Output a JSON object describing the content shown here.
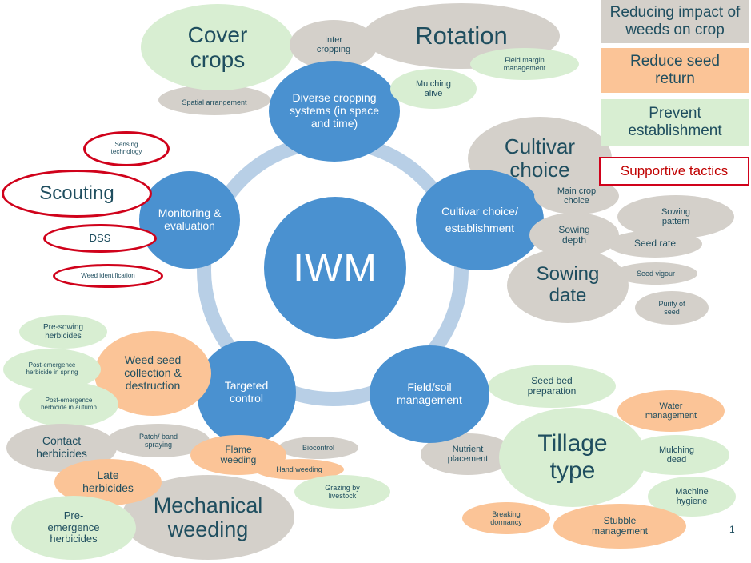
{
  "center": "IWM",
  "pillars": {
    "diverse": "Diverse cropping systems (in space and time)",
    "cultivar": "Cultivar choice/ establishment",
    "field": "Field/soil management",
    "targeted": "Targeted control",
    "monitoring": "Monitoring & evaluation"
  },
  "legend": {
    "reducing": "Reducing impact of weeds on crop",
    "reduce_seed": "Reduce seed return",
    "prevent": "Prevent establishment",
    "supportive": "Supportive tactics"
  },
  "tactics": {
    "cover_crops": "Cover crops",
    "spatial": "Spatial arrangement",
    "intercropping": "Inter cropping",
    "rotation": "Rotation",
    "field_margin": "Field margin management",
    "mulching_alive": "Mulching alive",
    "cultivar_choice": "Cultivar choice",
    "main_crop": "Main crop choice",
    "sowing_pattern": "Sowing pattern",
    "sowing_depth": "Sowing depth",
    "seed_rate": "Seed rate",
    "sowing_date": "Sowing date",
    "seed_vigour": "Seed vigour",
    "purity": "Purity of seed",
    "sensing": "Sensing technology",
    "scouting": "Scouting",
    "dss": "DSS",
    "weed_id": "Weed identification",
    "pre_sowing": "Pre-sowing herbicides",
    "post_spring": "Post-emergence herbicide in spring",
    "weed_seed": "Weed seed collection & destruction",
    "post_autumn": "Post-emergence herbicide in autumn",
    "contact": "Contact herbicides",
    "patch": "Patch/ band spraying",
    "late": "Late herbicides",
    "pre_emergence": "Pre- emergence herbicides",
    "mechanical": "Mechanical weeding",
    "flame": "Flame weeding",
    "biocontrol": "Biocontrol",
    "hand": "Hand weeding",
    "grazing": "Grazing by livestock",
    "nutrient": "Nutrient placement",
    "seedbed": "Seed bed preparation",
    "water": "Water management",
    "tillage": "Tillage type",
    "mulching_dead": "Mulching dead",
    "machine": "Machine hygiene",
    "breaking": "Breaking dormancy",
    "stubble": "Stubble management"
  },
  "page_number": "1",
  "colors": {
    "reducing": "#d4d0ca",
    "reduce_seed": "#fbc497",
    "prevent": "#d8eed2",
    "supportive_border": "#d0021b",
    "pillar": "#4a91d0",
    "ring": "#b8cfe6"
  }
}
